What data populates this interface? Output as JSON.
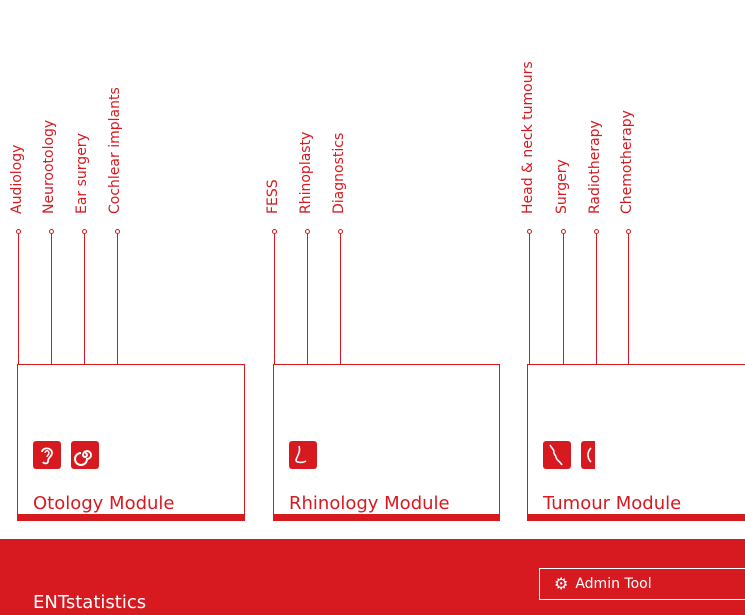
{
  "modules": [
    {
      "title": "Otology Module",
      "icons": [
        "ear-icon",
        "cochlea-icon"
      ],
      "links": [
        "Audiology",
        "Neurootology",
        "Ear surgery",
        "Cochlear implants"
      ]
    },
    {
      "title": "Rhinology Module",
      "icons": [
        "nose-icon"
      ],
      "links": [
        "FESS",
        "Rhinoplasty",
        "Diagnostics"
      ]
    },
    {
      "title": "Tumour Module",
      "icons": [
        "face-profile-icon",
        "throat-icon"
      ],
      "links": [
        "Head & neck tumours",
        "Surgery",
        "Radiotherapy",
        "Chemotherapy"
      ]
    }
  ],
  "footer": {
    "brand": "ENTstatistics",
    "admin_label": "Admin Tool",
    "admin_icon": "gear-icon"
  },
  "colors": {
    "accent": "#d71920",
    "background": "#ffffff"
  }
}
